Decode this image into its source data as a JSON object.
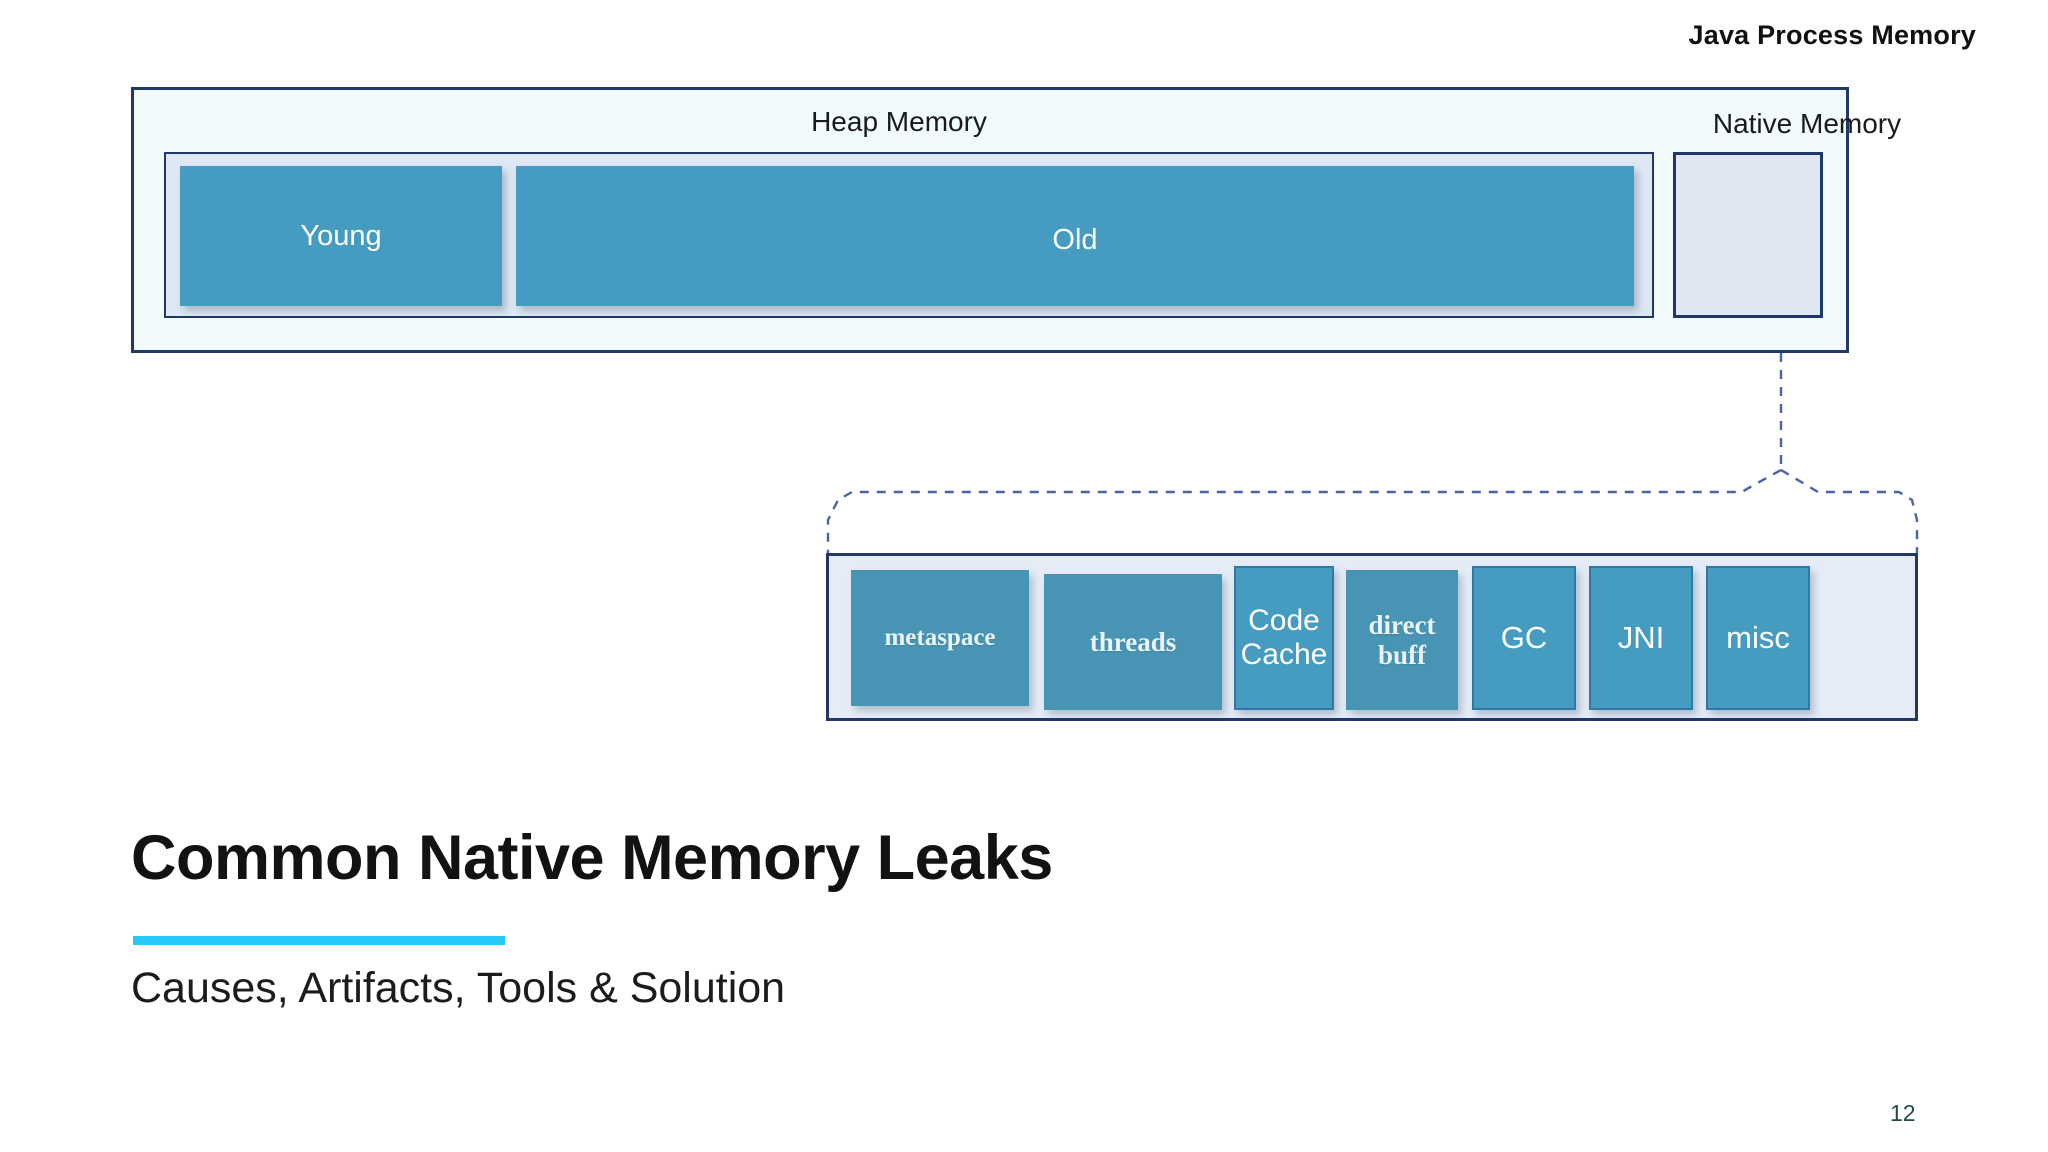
{
  "slide": {
    "deck_title": "Java Process Memory",
    "page_number": "12"
  },
  "diagram": {
    "heap": {
      "label": "Heap Memory",
      "blocks": [
        {
          "label": "Young"
        },
        {
          "label": "Old"
        }
      ]
    },
    "native": {
      "label": "Native Memory",
      "breakdown": [
        {
          "label": "metaspace",
          "style": "serif"
        },
        {
          "label": "threads",
          "style": "serif"
        },
        {
          "label": "Code Cache",
          "style": "sans"
        },
        {
          "label": "direct buff",
          "style": "serif"
        },
        {
          "label": "GC",
          "style": "sans"
        },
        {
          "label": "JNI",
          "style": "sans"
        },
        {
          "label": "misc",
          "style": "sans"
        }
      ]
    }
  },
  "headline": {
    "title": "Common Native Memory Leaks",
    "subtitle": "Causes, Artifacts, Tools & Solution"
  },
  "colors": {
    "block_blue": "#459cc0",
    "frame_navy": "#1f3864",
    "frame_fill": "#f1fafc",
    "panel_fill": "#dee8f4",
    "accent_cyan": "#25c9f5",
    "page_number": "#1f4e4a"
  }
}
